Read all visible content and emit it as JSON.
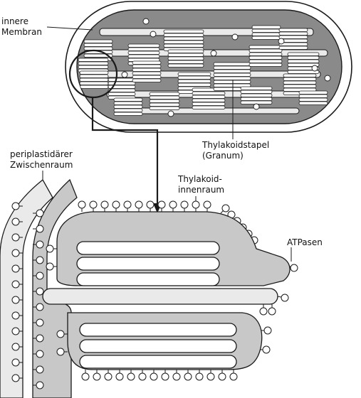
{
  "labels": {
    "inner_membrane": "innere\nMembran",
    "granum": "Thylakoidstapel\n(Granum)",
    "periplastid_space": "periplastidärer\nZwischenraum",
    "thylakoid_lumen": "Thylakoid-\ninnenraum",
    "atpase": "ATPasen"
  },
  "colors": {
    "outline": "#1a1a1a",
    "stroma": "#8a8a8a",
    "shade": "#c8c8c8",
    "pale": "#eaeaea",
    "white": "#ffffff"
  }
}
